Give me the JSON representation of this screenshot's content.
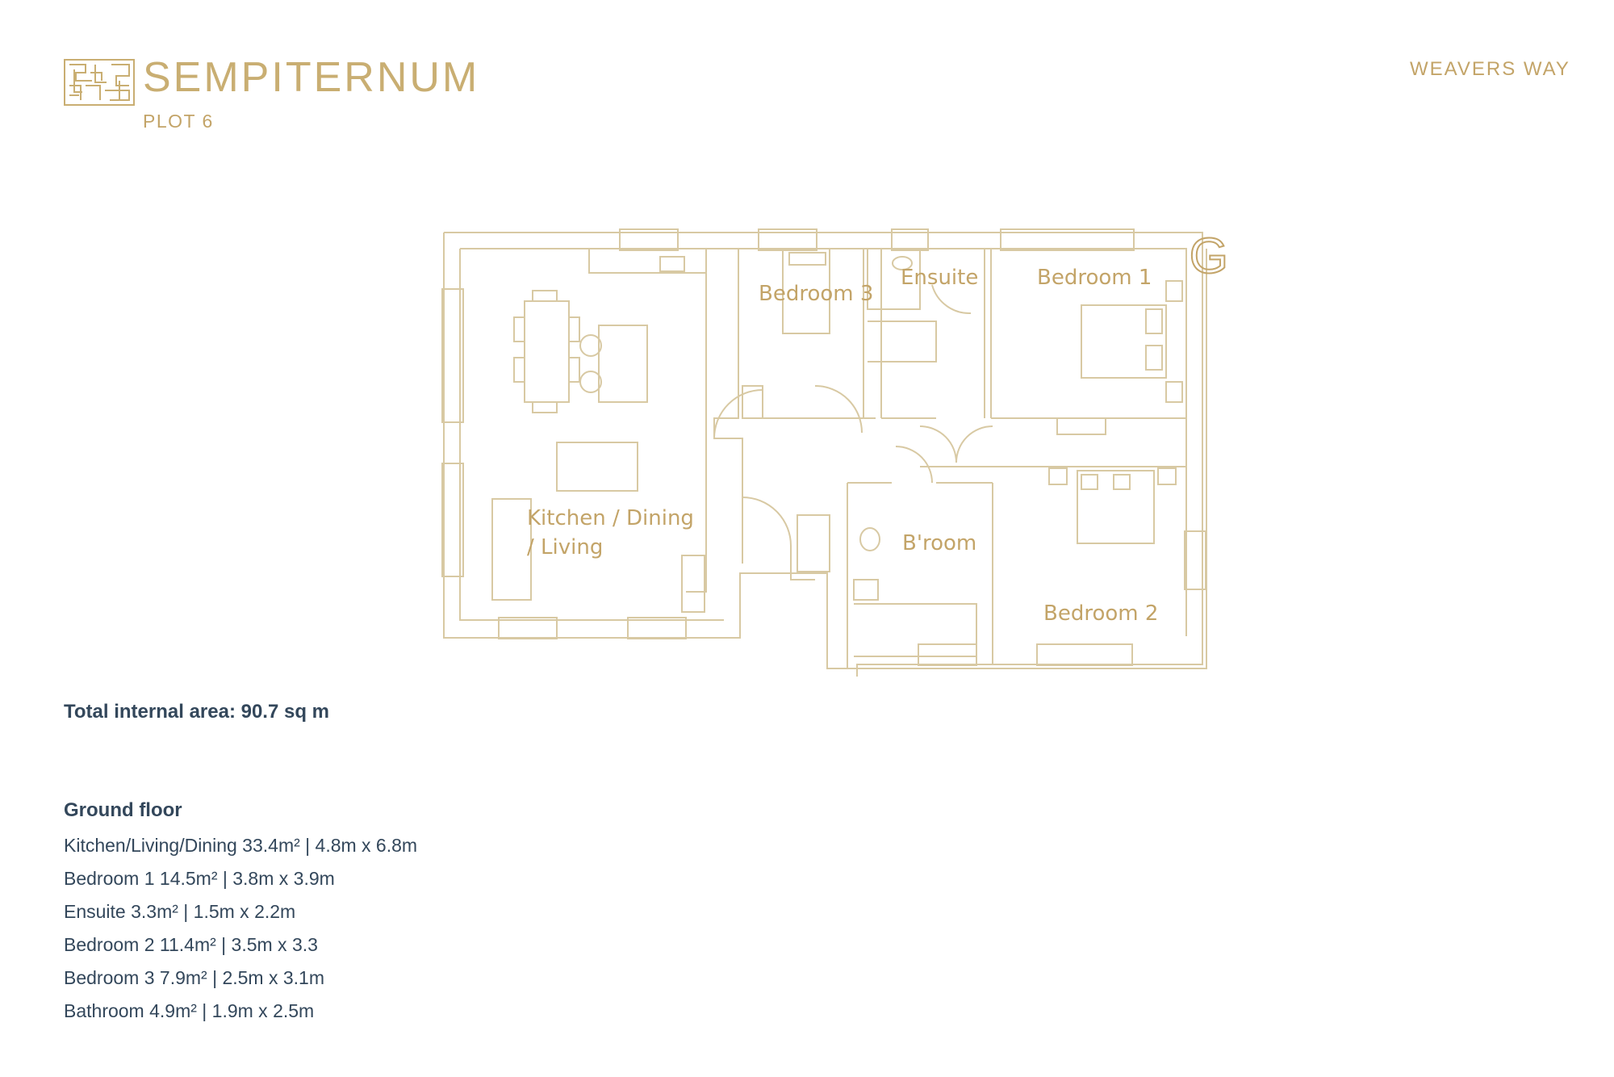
{
  "header": {
    "brand": "SEMPITERNUM",
    "plot": "PLOT 6",
    "development": "WEAVERS WAY"
  },
  "colors": {
    "gold": "#c3a468",
    "text": "#33475b",
    "line": "#d8c9a3"
  },
  "icons": {
    "logo": "woven-square-logo-icon"
  },
  "plan": {
    "floor_marker": "G",
    "labels": {
      "kitchen_line1": "Kitchen / Dining",
      "kitchen_line2": "/ Living",
      "bedroom1": "Bedroom 1",
      "bedroom2": "Bedroom 2",
      "bedroom3": "Bedroom 3",
      "ensuite": "Ensuite",
      "bathroom": "B'room"
    }
  },
  "summary": {
    "total_area": "Total internal area: 90.7 sq m"
  },
  "ground_floor": {
    "title": "Ground floor",
    "rooms": [
      "Kitchen/Living/Dining 33.4m² | 4.8m x 6.8m",
      "Bedroom 1 14.5m² | 3.8m x 3.9m",
      "Ensuite 3.3m²  | 1.5m x 2.2m",
      "Bedroom 2 11.4m² | 3.5m x 3.3",
      "Bedroom 3  7.9m² | 2.5m x 3.1m",
      "Bathroom 4.9m²  | 1.9m x 2.5m"
    ]
  }
}
